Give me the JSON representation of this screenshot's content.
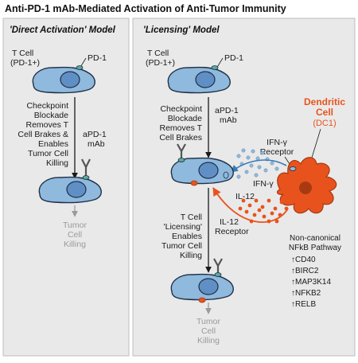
{
  "figure": {
    "title": "Anti-PD-1 mAb-Mediated Activation of Anti-Tumor Immunity",
    "colors": {
      "panel_bg": "#e9e9e9",
      "panel_border": "#bdbdbd",
      "cell_fill": "#8fb9dd",
      "cell_stroke": "#1f2f45",
      "nucleus": "#5f8fc5",
      "pd1_receptor": "#5aa89a",
      "dendritic": "#e8531d",
      "dendritic_nucleus": "#a83a12",
      "ifn_dots": "#8fb9dd",
      "il12_dots": "#e8531d",
      "ifn_arrow": "#3a7ab5",
      "il12_arrow": "#e8531d",
      "killing_text": "#9a9a9a"
    },
    "left_panel": {
      "title": "'Direct Activation' Model",
      "tcell_label": [
        "T Cell",
        "(PD-1+)"
      ],
      "pd1_label": "PD-1",
      "step_text": [
        "Checkpoint",
        "Blockade",
        "Removes T",
        "Cell Brakes &",
        "Enables",
        "Tumor Cell",
        "Killing"
      ],
      "antibody_label": [
        "aPD-1",
        "mAb"
      ],
      "result_text": [
        "Tumor",
        "Cell",
        "Killing"
      ]
    },
    "right_panel": {
      "title": "'Licensing' Model",
      "tcell_label": [
        "T Cell",
        "(PD-1+)"
      ],
      "pd1_label": "PD-1",
      "step1_text": [
        "Checkpoint",
        "Blockade",
        "Removes T",
        "Cell Brakes"
      ],
      "antibody_label": [
        "aPD-1",
        "mAb"
      ],
      "dendritic_label": [
        "Dendritic",
        "Cell"
      ],
      "dendritic_sub": "(DC1)",
      "ifn_receptor_label": [
        "IFN-γ",
        "Receptor"
      ],
      "ifn_label": "IFN-γ",
      "il12_label": "IL-12",
      "il12_receptor_label": [
        "IL-12",
        "Receptor"
      ],
      "step2_text": [
        "T Cell",
        "'Licensing'",
        "Enables",
        "Tumor Cell",
        "Killing"
      ],
      "pathway_title": [
        "Non-canonical",
        "NFkB Pathway"
      ],
      "pathway_genes": [
        "↑CD40",
        "↑BIRC2",
        "↑MAP3K14",
        "↑NFKB2",
        "↑RELB"
      ],
      "result_text": [
        "Tumor",
        "Cell",
        "Killing"
      ]
    }
  }
}
